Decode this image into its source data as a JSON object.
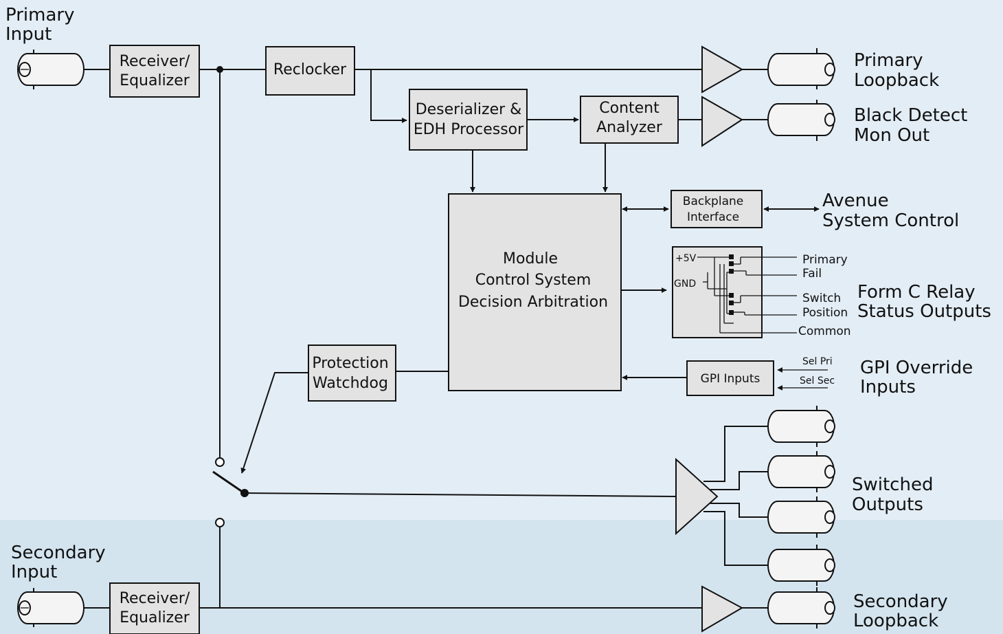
{
  "inputs": {
    "primary": [
      "Primary",
      "Input"
    ],
    "secondary": [
      "Secondary",
      "Input"
    ]
  },
  "blocks": {
    "receiver_equalizer": [
      "Receiver/",
      "Equalizer"
    ],
    "reclocker": "Reclocker",
    "deserializer": [
      "Deserializer &",
      "EDH Processor"
    ],
    "content_analyzer": [
      "Content",
      "Analyzer"
    ],
    "module_control": [
      "Module",
      "Control System",
      "Decision Arbitration"
    ],
    "backplane": [
      "Backplane",
      "Interface"
    ],
    "protection": [
      "Protection",
      "Watchdog"
    ],
    "gpi_inputs": "GPI Inputs"
  },
  "relay": {
    "plus5v": "+5V",
    "gnd": "GND",
    "primary": "Primary",
    "fail": "Fail",
    "switch": "Switch",
    "position": "Position",
    "common": "Common"
  },
  "gpi_lines": {
    "sel_pri": "Sel Pri",
    "sel_sec": "Sel Sec"
  },
  "outputs": {
    "primary_loopback": [
      "Primary",
      "Loopback"
    ],
    "black_detect": [
      "Black Detect",
      "Mon Out"
    ],
    "avenue": [
      "Avenue",
      "System Control"
    ],
    "form_c": [
      "Form C Relay",
      "Status Outputs"
    ],
    "gpi_override": [
      "GPI Override",
      "Inputs"
    ],
    "switched": [
      "Switched",
      "Outputs"
    ],
    "secondary_loopback": [
      "Secondary",
      "Loopback"
    ]
  },
  "colors": {
    "background_upper": "#e3edf5",
    "background_lower": "#d3e4ef",
    "block_fill": "#e3e3e3",
    "line": "#111111"
  }
}
